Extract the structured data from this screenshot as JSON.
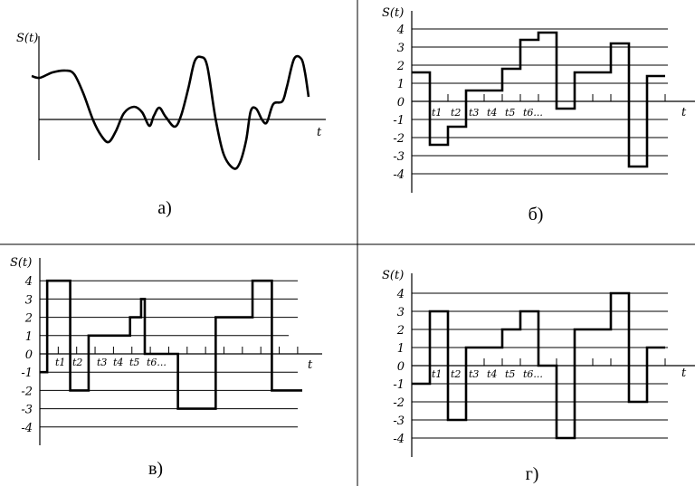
{
  "colors": {
    "ink": "#000000",
    "background": "#ffffff"
  },
  "panels": [
    {
      "id": "a",
      "caption": "а)",
      "y_label": "S(t)",
      "x_label": "t",
      "type": "analog",
      "points": [
        [
          -0.4,
          2.4
        ],
        [
          0.05,
          2.3
        ],
        [
          0.75,
          2.6
        ],
        [
          1.5,
          2.7
        ],
        [
          1.95,
          2.5
        ],
        [
          2.45,
          1.45
        ],
        [
          3.0,
          -0.05
        ],
        [
          3.45,
          -0.9
        ],
        [
          3.85,
          -1.25
        ],
        [
          4.25,
          -0.65
        ],
        [
          4.7,
          0.35
        ],
        [
          5.25,
          0.7
        ],
        [
          5.7,
          0.4
        ],
        [
          6.1,
          -0.35
        ],
        [
          6.35,
          0.2
        ],
        [
          6.65,
          0.65
        ],
        [
          7.0,
          0.15
        ],
        [
          7.5,
          -0.4
        ],
        [
          7.85,
          0.2
        ],
        [
          8.25,
          1.7
        ],
        [
          8.6,
          3.2
        ],
        [
          8.95,
          3.45
        ],
        [
          9.3,
          2.95
        ],
        [
          9.75,
          0.1
        ],
        [
          10.2,
          -1.9
        ],
        [
          10.75,
          -2.7
        ],
        [
          11.1,
          -2.4
        ],
        [
          11.45,
          -1.15
        ],
        [
          11.7,
          0.45
        ],
        [
          12.0,
          0.6
        ],
        [
          12.35,
          -0.05
        ],
        [
          12.6,
          -0.15
        ],
        [
          12.95,
          0.85
        ],
        [
          13.45,
          1.0
        ],
        [
          13.7,
          1.8
        ],
        [
          14.1,
          3.35
        ],
        [
          14.5,
          3.35
        ],
        [
          14.7,
          2.6
        ],
        [
          14.9,
          1.25
        ]
      ]
    },
    {
      "id": "b",
      "caption": "б)",
      "y_label": "S(t)",
      "x_label": "t",
      "type": "quantized-level",
      "y_ticks": [
        "4",
        "3",
        "2",
        "1",
        "0",
        "-1",
        "-2",
        "-3",
        "-4"
      ],
      "t_labels": [
        "t1",
        "t2",
        "t3",
        "t4",
        "t5",
        "t6..."
      ],
      "values": [
        1.6,
        -2.4,
        -1.4,
        0.6,
        0.6,
        1.8,
        3.4,
        3.8,
        -0.4,
        1.6,
        1.6,
        3.2,
        -3.6,
        1.4
      ]
    },
    {
      "id": "v",
      "caption": "в)",
      "y_label": "S(t)",
      "x_label": "t",
      "type": "quantized-time",
      "y_ticks": [
        "4",
        "3",
        "2",
        "1",
        "0",
        "-1",
        "-2",
        "-3",
        "-4"
      ],
      "t_labels": [
        "t1",
        "t2",
        "t3",
        "t4",
        "t5",
        "t6..."
      ],
      "segments": [
        [
          0,
          0.4,
          -1
        ],
        [
          0.4,
          1.65,
          4
        ],
        [
          1.65,
          2.65,
          -2
        ],
        [
          2.65,
          4.9,
          1
        ],
        [
          4.9,
          5.5,
          2
        ],
        [
          5.5,
          5.7,
          3
        ],
        [
          5.7,
          7.5,
          0
        ],
        [
          7.5,
          9.55,
          -3
        ],
        [
          9.55,
          11.55,
          2
        ],
        [
          11.55,
          12.6,
          4
        ],
        [
          12.6,
          14.25,
          -2
        ]
      ]
    },
    {
      "id": "g",
      "caption": "г)",
      "y_label": "S(t)",
      "x_label": "t",
      "type": "digital",
      "y_ticks": [
        "4",
        "3",
        "2",
        "1",
        "0",
        "-1",
        "-2",
        "-3",
        "-4"
      ],
      "t_labels": [
        "t1",
        "t2",
        "t3",
        "t4",
        "t5",
        "t6..."
      ],
      "values": [
        -1,
        3,
        -3,
        1,
        1,
        2,
        3,
        0,
        -4,
        2,
        2,
        4,
        -2,
        1
      ]
    }
  ]
}
